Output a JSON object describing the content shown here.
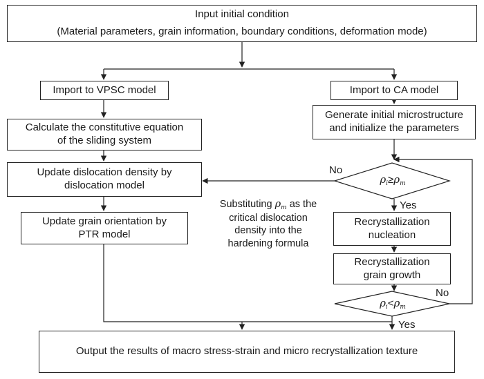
{
  "boxes": {
    "input": {
      "line1": "Input initial condition",
      "line2": "(Material parameters, grain information, boundary conditions, deformation mode)"
    },
    "import_vpsc": "Import to VPSC model",
    "import_ca": "Import to CA model",
    "calc_constitutive": {
      "line1": "Calculate the constitutive equation",
      "line2": "of the sliding system"
    },
    "generate_micro": {
      "line1": "Generate initial microstructure",
      "line2": "and initialize the parameters"
    },
    "update_dislocation": {
      "line1": "Update dislocation density by",
      "line2": "dislocation model"
    },
    "update_grain": {
      "line1": "Update grain orientation by",
      "line2": "PTR model"
    },
    "recryst_nucleation": {
      "line1": "Recrystallization",
      "line2": "nucleation"
    },
    "recryst_growth": {
      "line1": "Recrystallization",
      "line2": "grain growth"
    },
    "output": "Output the results of macro stress-strain and micro recrystallization texture"
  },
  "decisions": {
    "first": {
      "lhs": "ρ",
      "lhs_sub": "i",
      "op": "≥",
      "rhs": "ρ",
      "rhs_sub": "m"
    },
    "second": {
      "lhs": "ρ",
      "lhs_sub": "i",
      "op": "<",
      "rhs": "ρ",
      "rhs_sub": "m"
    }
  },
  "labels": {
    "no1": "No",
    "yes1": "Yes",
    "no2": "No",
    "yes2": "Yes"
  },
  "note": {
    "prefix": "Substituting ",
    "sym": "ρ",
    "sym_sub": "m",
    "suffix": " as the",
    "line2": "critical dislocation",
    "line3": "density into the",
    "line4": "hardening formula"
  }
}
